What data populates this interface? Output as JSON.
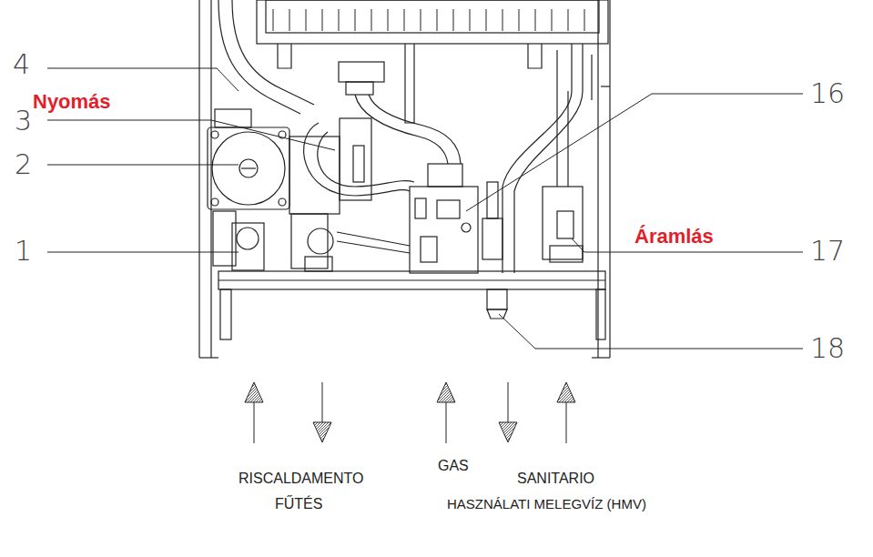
{
  "diagram": {
    "labels": [
      "4",
      "Nyomás",
      "3",
      "2",
      "1",
      "16",
      "Áramlás",
      "17",
      "18",
      "RISCALDAMENTO",
      "FŰTÉS",
      "GAS",
      "SANITARIO",
      "HASZNÁLATI MELEGVÍZ (HMV)"
    ]
  }
}
